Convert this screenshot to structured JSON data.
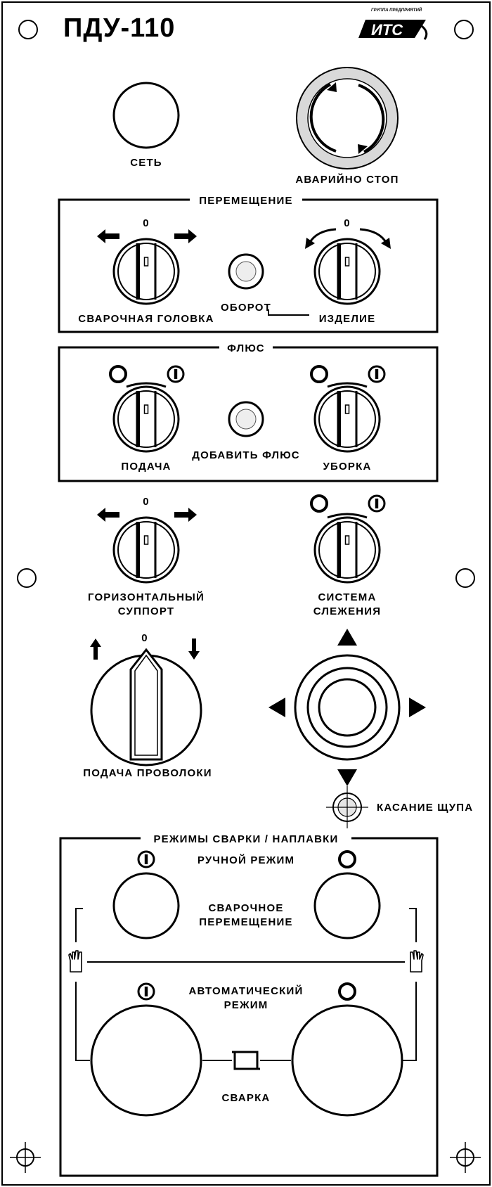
{
  "panel": {
    "title": "ПДУ-110",
    "logo": {
      "caption": "ГРУППА ПРЕДПРИЯТИЙ",
      "text": "ИТС"
    }
  },
  "top": {
    "set_label": "СЕТЬ",
    "estop_label": "АВАРИЙНО СТОП"
  },
  "movement": {
    "title": "ПЕРЕМЕЩЕНИЕ",
    "zero1": "0",
    "zero2": "0",
    "head_label": "СВАРОЧНАЯ ГОЛОВКА",
    "turn_label": "ОБОРОТ",
    "item_label": "ИЗДЕЛИЕ"
  },
  "flux": {
    "title": "ФЛЮС",
    "feed_label": "ПОДАЧА",
    "add_label": "ДОБАВИТЬ ФЛЮС",
    "clean_label": "УБОРКА"
  },
  "mid": {
    "zero": "0",
    "hsupport_line1": "ГОРИЗОНТАЛЬНЫЙ",
    "hsupport_line2": "СУППОРТ",
    "tracking_line1": "СИСТЕМА",
    "tracking_line2": "СЛЕЖЕНИЯ"
  },
  "wire": {
    "zero": "0",
    "label": "ПОДАЧА ПРОВОЛОКИ"
  },
  "probe": {
    "label": "КАСАНИЕ ЩУПА"
  },
  "modes": {
    "title": "РЕЖИМЫ СВАРКИ / НАПЛАВКИ",
    "manual_label": "РУЧНОЙ РЕЖИМ",
    "weld_move_line1": "СВАРОЧНОЕ",
    "weld_move_line2": "ПЕРЕМЕЩЕНИЕ",
    "auto_line1": "АВТОМАТИЧЕСКИЙ",
    "auto_line2": "РЕЖИМ",
    "weld_label": "СВАРКА"
  }
}
